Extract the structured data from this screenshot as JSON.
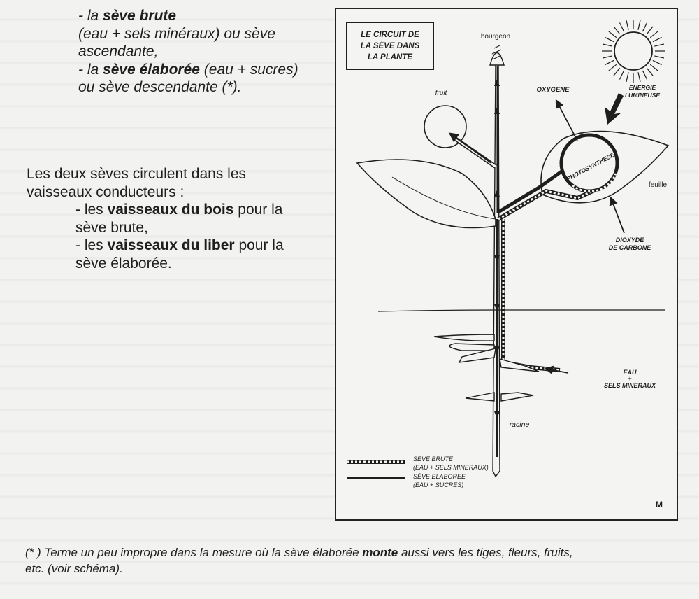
{
  "block1": {
    "item1_prefix": "- la ",
    "item1_bold": "sève brute",
    "item1_line2": "(eau + sels minéraux) ou sève",
    "item1_line3": "ascendante,",
    "item2_prefix": "- la ",
    "item2_bold": "sève élaborée",
    "item2_suffix": " (eau + sucres)",
    "item2_line2": "ou sève descendante (*)."
  },
  "block2": {
    "line1": "Les deux sèves circulent dans les",
    "line2": "vaisseaux conducteurs :",
    "item1_prefix": "- les ",
    "item1_bold": "vaisseaux du bois",
    "item1_suffix": " pour la",
    "item1_line2": "sève brute,",
    "item2_prefix": "- les ",
    "item2_bold": "vaisseaux du liber",
    "item2_suffix": " pour la",
    "item2_line2": "sève élaborée."
  },
  "footnote": {
    "part1": "(* ) Terme un peu impropre dans la mesure où la sève élaborée ",
    "bold": "monte",
    "part2": " aussi vers les tiges, fleurs, fruits,",
    "line2": "etc. (voir schéma)."
  },
  "diagram": {
    "title_line1": "LE CIRCUIT DE",
    "title_line2": "LA SÈVE DANS",
    "title_line3": "LA PLANTE",
    "bourgeon": "bourgeon",
    "fruit": "fruit",
    "oxygene": "OXYGENE",
    "energie_line1": "ENERGIE",
    "energie_line2": "LUMINEUSE",
    "photosynthese": "PHOTOSYNTHESE",
    "feuille": "feuille",
    "dioxyde_line1": "DIOXYDE",
    "dioxyde_line2": "DE CARBONE",
    "eau_line1": "EAU",
    "eau_line2": "+",
    "eau_line3": "SELS MINERAUX",
    "racine": "racine",
    "legend_brute_line1": "SÈVE BRUTE",
    "legend_brute_line2": "(EAU + SELS MINERAUX)",
    "legend_elaboree_line1": "SÈVE ELABOREE",
    "legend_elaboree_line2": "(EAU + SUCRES)",
    "monogram": "M"
  }
}
